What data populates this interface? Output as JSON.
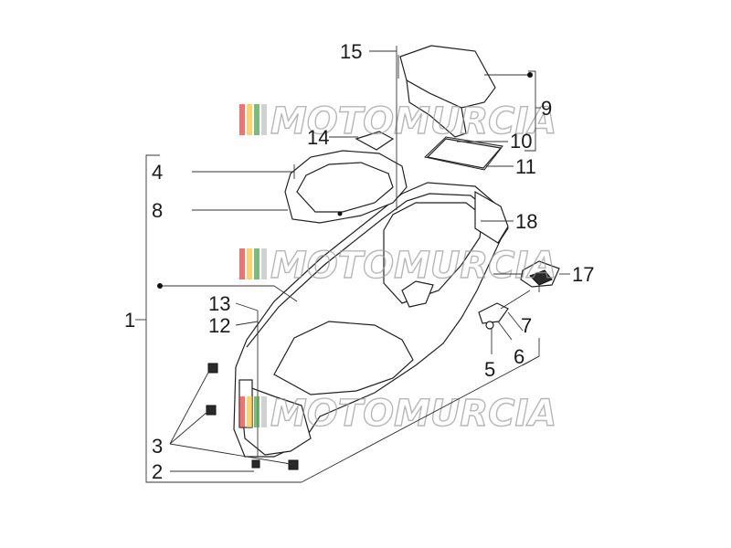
{
  "watermark": {
    "brand": "MOTOMURCIA",
    "colors": [
      "#e53935",
      "#fbc02d",
      "#43a047",
      "#bdbdbd"
    ]
  },
  "callouts": [
    {
      "id": "1",
      "label": "1"
    },
    {
      "id": "2",
      "label": "2"
    },
    {
      "id": "3",
      "label": "3"
    },
    {
      "id": "4",
      "label": "4"
    },
    {
      "id": "5",
      "label": "5"
    },
    {
      "id": "6",
      "label": "6"
    },
    {
      "id": "7",
      "label": "7"
    },
    {
      "id": "8",
      "label": "8"
    },
    {
      "id": "9",
      "label": "9"
    },
    {
      "id": "10",
      "label": "10"
    },
    {
      "id": "11",
      "label": "11"
    },
    {
      "id": "12",
      "label": "12"
    },
    {
      "id": "13",
      "label": "13"
    },
    {
      "id": "14",
      "label": "14"
    },
    {
      "id": "15",
      "label": "15"
    },
    {
      "id": "17",
      "label": "17"
    },
    {
      "id": "18",
      "label": "18"
    }
  ]
}
